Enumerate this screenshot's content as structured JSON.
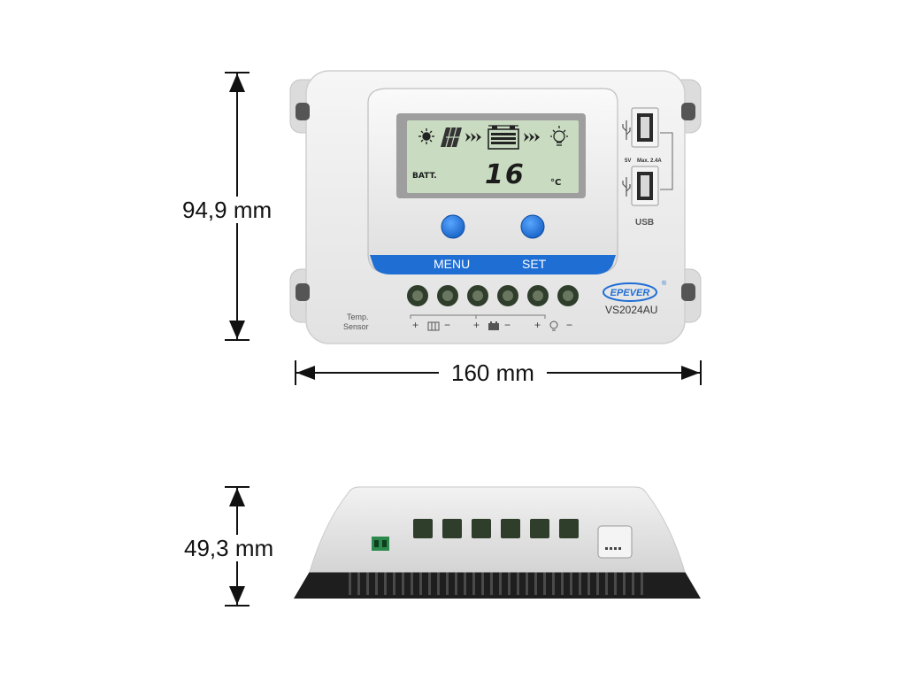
{
  "dimensions": {
    "front_height": "94,9 mm",
    "front_width": "160 mm",
    "side_height": "49,3 mm"
  },
  "device": {
    "model": "VS2024AU",
    "brand": "EPEVER",
    "registered_mark": "®",
    "lcd": {
      "batt_label": "BATT.",
      "temperature_value": "16",
      "temperature_unit": "°C"
    },
    "buttons": {
      "menu_label": "MENU",
      "set_label": "SET"
    },
    "usb": {
      "label": "USB",
      "voltage_label": "5V",
      "current_label": "Max. 2.4A"
    },
    "temp_sensor_label_line1": "Temp.",
    "temp_sensor_label_line2": "Sensor",
    "terminal_polarity": [
      "+",
      "−",
      "+",
      "−",
      "+",
      "−"
    ]
  },
  "colors": {
    "case": "#eeeeee",
    "lcd_green": "#c9dcc1",
    "button_blue": "#1f74d6",
    "band_blue": "#1f6ed4",
    "heatsink": "#2a2a2a",
    "terminal_green": "#2f3d2b"
  }
}
